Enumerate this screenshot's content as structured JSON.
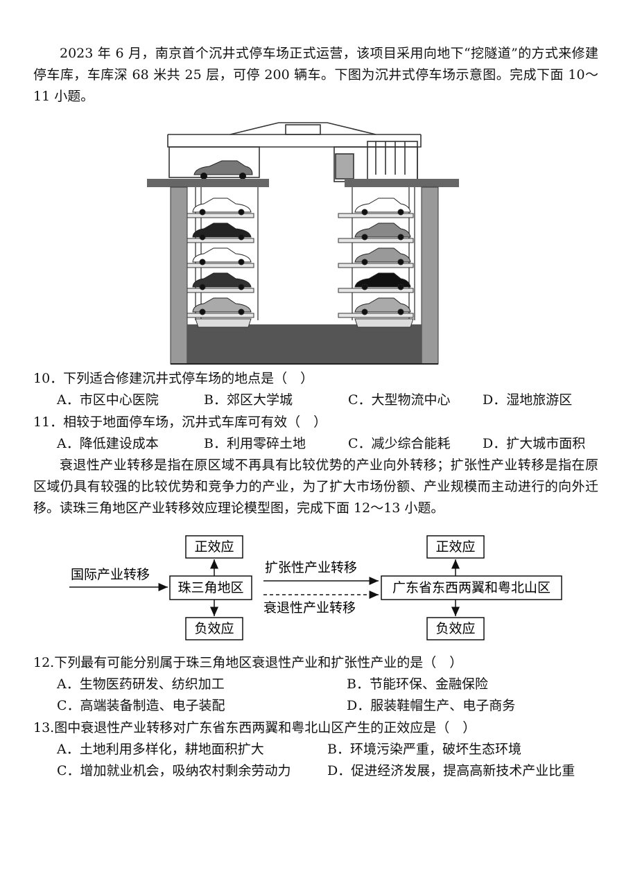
{
  "passage1": "2023 年 6 月，南京首个沉井式停车场正式运营，该项目采用向地下“挖隧道”的方式来修建停车库，车库深 68 米共 25 层，可停 200 辆车。下图为沉井式停车场示意图。完成下面 10～11 小题。",
  "q10": {
    "stem": "10．下列适合修建沉井式停车场的地点是（　）",
    "options": [
      "A．市区中心医院",
      "B．郊区大学城",
      "C．大型物流中心",
      "D．湿地旅游区"
    ]
  },
  "q11": {
    "stem": "11．相较于地面停车场，沉井式车库可有效（　）",
    "options": [
      "A．降低建设成本",
      "B．利用零碎土地",
      "C．减少综合能耗",
      "D．扩大城市面积"
    ]
  },
  "passage2": "衰退性产业转移是指在原区域不再具有比较优势的产业向外转移；扩张性产业转移是指在原区域仍具有较强的比较优势和竞争力的产业，为了扩大市场份额、产业规模而主动进行的向外迁移。读珠三角地区产业转移效应理论模型图，完成下面 12～13 小题。",
  "diagram2": {
    "intl": "国际产业转移",
    "prd": "珠三角地区",
    "pos_left": "正效应",
    "neg_left": "负效应",
    "expand": "扩张性产业转移",
    "decline": "衰退性产业转移",
    "target": "广东省东西两翼和粤北山区",
    "pos_right": "正效应",
    "neg_right": "负效应"
  },
  "q12": {
    "stem": "12.下列最有可能分别属于珠三角地区衰退性产业和扩张性产业的是（　）",
    "options": [
      "A．生物医药研发、纺织加工",
      "B．节能环保、金融保险",
      "C．高端装备制造、电子装配",
      "D．服装鞋帽生产、电子商务"
    ]
  },
  "q13": {
    "stem": "13.图中衰退性产业转移对广东省东西两翼和粤北山区产生的正效应是（　）",
    "options": [
      "A．土地利用多样化，耕地面积扩大",
      "B．环境污染严重，破坏生态环境",
      "C．增加就业机会，吸纳农村剩余劳动力",
      "D．促进经济发展，提高高新技术产业比重"
    ]
  }
}
